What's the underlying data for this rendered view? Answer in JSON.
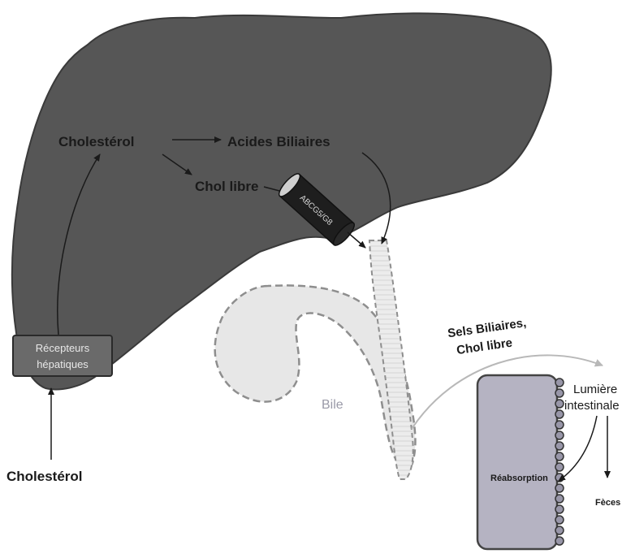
{
  "labels": {
    "cholesterol_liver": "Cholestérol",
    "acides_biliaires": "Acides Biliaires",
    "chol_libre": "Chol libre",
    "transporter": "ABCG5/G8",
    "recepteurs_line1": "Récepteurs",
    "recepteurs_line2": "hépatiques",
    "cholesterol_blood": "Cholestérol",
    "bile": "Bile",
    "sels_line1": "Sels Biliaires,",
    "sels_line2": "Chol libre",
    "lumiere_line1": "Lumière",
    "lumiere_line2": "intestinale",
    "reabsorption": "Réabsorption",
    "feces": "Fèces"
  },
  "colors": {
    "liver": "#565656",
    "liver_edge": "#3a3a3a",
    "receptor_box": "#6a6a6a",
    "gallbladder": "#e6e6e6",
    "duct_dash": "#8e8e8e",
    "intestine_cell": "#b5b3c2",
    "intestine_edge": "#555555",
    "text_dark": "#1a1a1a",
    "bile_text": "#9a9aa8"
  }
}
